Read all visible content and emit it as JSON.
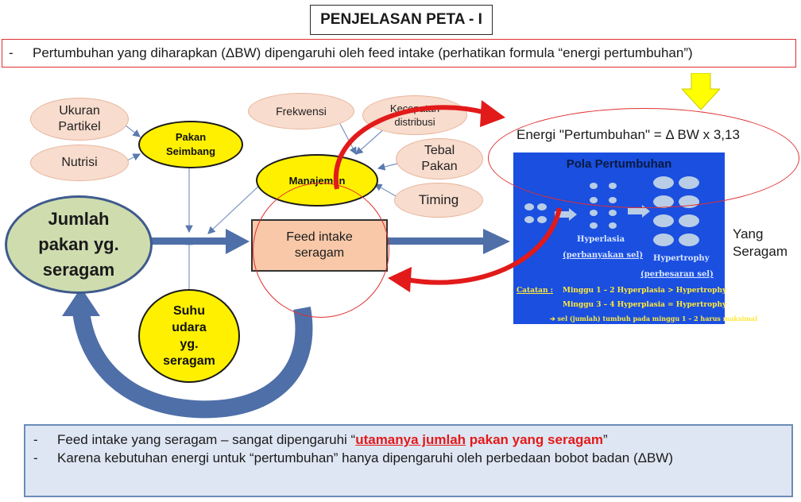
{
  "title": "PENJELASAN PETA - I",
  "top_note": "Pertumbuhan  yang diharapkan (ΔBW) dipengaruhi oleh feed intake (perhatikan formula “energi pertumbuhan”)",
  "bullet": "-",
  "nodes": {
    "ukuran_partikel": [
      "Ukuran",
      "Partikel"
    ],
    "nutrisi": "Nutrisi",
    "pakan_seimbang": [
      "Pakan",
      "Seimbang"
    ],
    "frekwensi": "Frekwensi",
    "kecepatan_distribusi": [
      "Kecepatan",
      "distribusi"
    ],
    "tebal_pakan": [
      "Tebal",
      "Pakan"
    ],
    "timing": "Timing",
    "manajemen": "Manajemen",
    "jumlah_pakan": [
      "Jumlah",
      "pakan yg.",
      "seragam"
    ],
    "feed_intake": [
      "Feed intake",
      "seragam"
    ],
    "suhu_udara": [
      "Suhu",
      "udara",
      "yg.",
      "seragam"
    ]
  },
  "formula": "Energi \"Pertumbuhan\" = Δ BW x 3,13",
  "pola": {
    "title": "Pola Pertumbuhan",
    "hyperlasia": "Hyperlasia",
    "perbanyakan": "(perbanyakan sel)",
    "hypertrophy": "Hypertrophy",
    "perbesaran": "(perbesaran sel)",
    "catatan_label": "Catatan :",
    "catatan_1": "Minggu  1 – 2  Hyperplasia > Hypertrophy",
    "catatan_2": "Minggu  3 – 4  Hyperplasia = Hypertrophy",
    "catatan_3": "➔ sel (jumlah) tumbuh pada minggu 1 – 2  harus maksimal"
  },
  "yang_seragam": [
    "Yang",
    "Seragam"
  ],
  "bottom": {
    "line1_pre": "Feed intake yang seragam –  sangat dipengaruhi “",
    "line1_red_under": "utamanya  jumlah",
    "line1_red": " pakan yang seragam",
    "line1_post": "”",
    "line2": "Karena kebutuhan energi untuk “pertumbuhan” hanya dipengaruhi oleh  perbedaan bobot badan (ΔBW)"
  },
  "colors": {
    "accent_red": "#e21a1a",
    "yellow": "#fff000",
    "blue_panel": "#1a4fe0",
    "arrow_blue": "#4f6fa8"
  }
}
